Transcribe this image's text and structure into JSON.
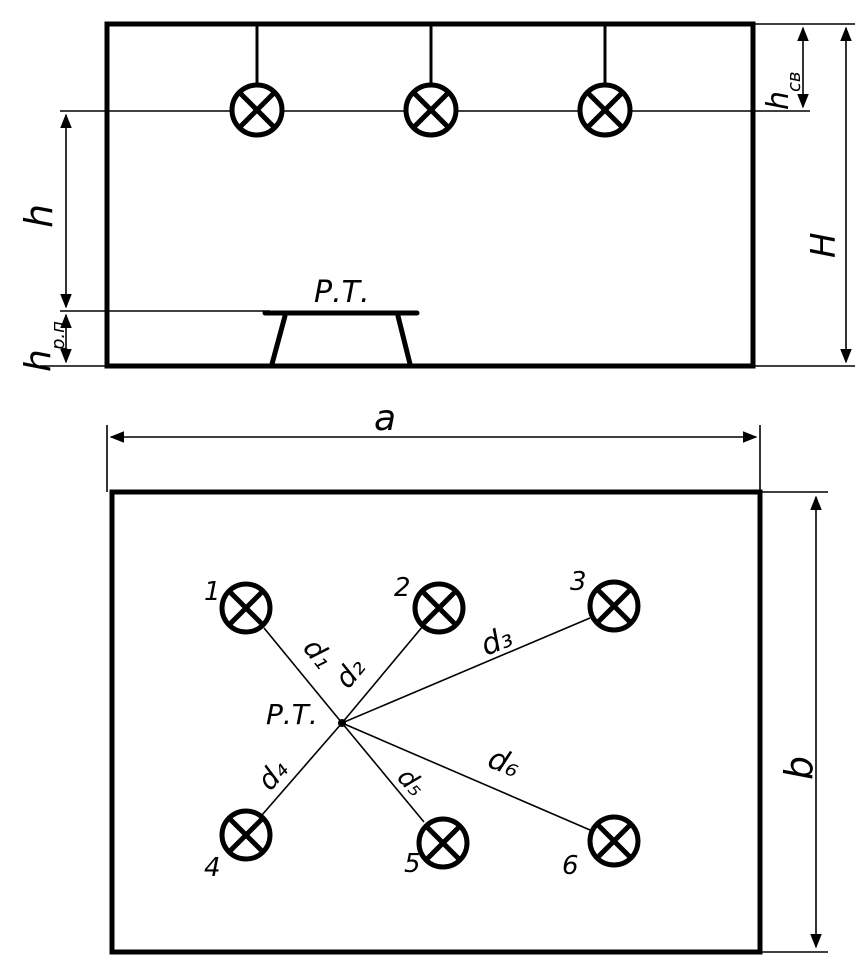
{
  "side_view": {
    "dims": {
      "h": "h",
      "H": "H",
      "h_sv_main": "h",
      "h_sv_sub": "св",
      "h_rp_main": "h",
      "h_rp_sub": "р.п"
    },
    "work_table_label": "Р.Т."
  },
  "plan_view": {
    "dim_a": "a",
    "dim_b": "b",
    "point_label": "Р.Т.",
    "lamp_numbers": [
      "1",
      "2",
      "3",
      "4",
      "5",
      "6"
    ],
    "distances": [
      "d₁",
      "d₂",
      "d₃",
      "d₄",
      "d₅",
      "d₆"
    ]
  }
}
